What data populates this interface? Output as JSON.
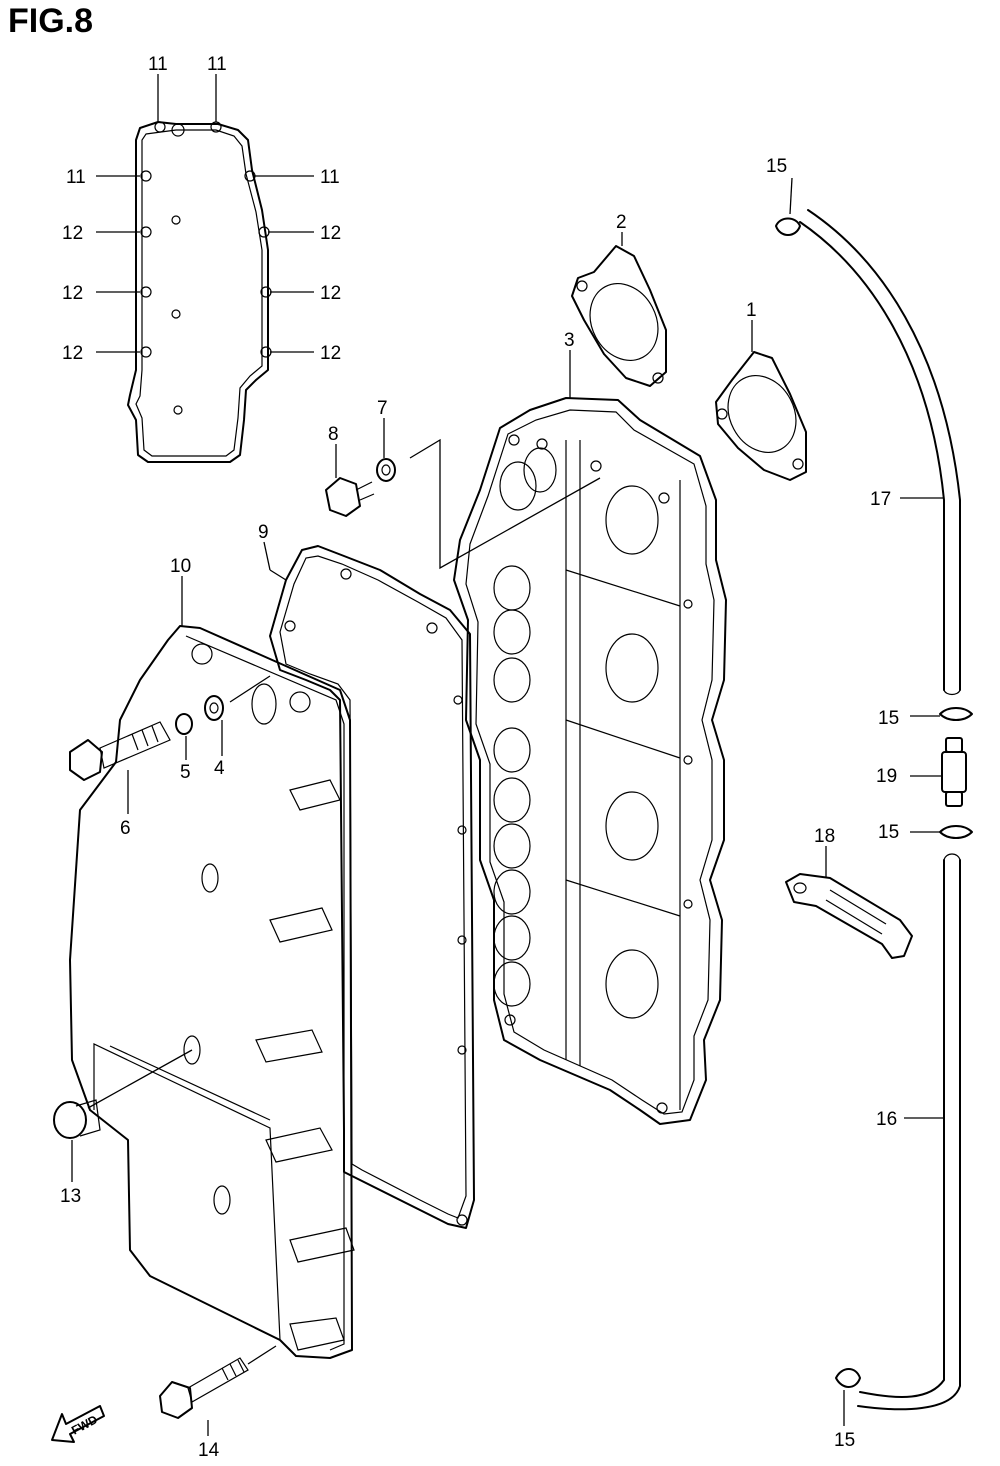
{
  "figure": {
    "title": "FIG.8",
    "fwd_label": "FWD",
    "callouts": {
      "c1": "1",
      "c2": "2",
      "c3": "3",
      "c4": "4",
      "c5": "5",
      "c6": "6",
      "c7": "7",
      "c8": "8",
      "c9": "9",
      "c10": "10",
      "c13": "13",
      "c14": "14",
      "c16": "16",
      "c17": "17",
      "c18": "18",
      "c19": "19",
      "c11a": "11",
      "c11b": "11",
      "c11c": "11",
      "c11d": "11",
      "c12a": "12",
      "c12b": "12",
      "c12c": "12",
      "c12d": "12",
      "c12e": "12",
      "c12f": "12",
      "c15a": "15",
      "c15b": "15",
      "c15c": "15",
      "c15d": "15"
    }
  }
}
